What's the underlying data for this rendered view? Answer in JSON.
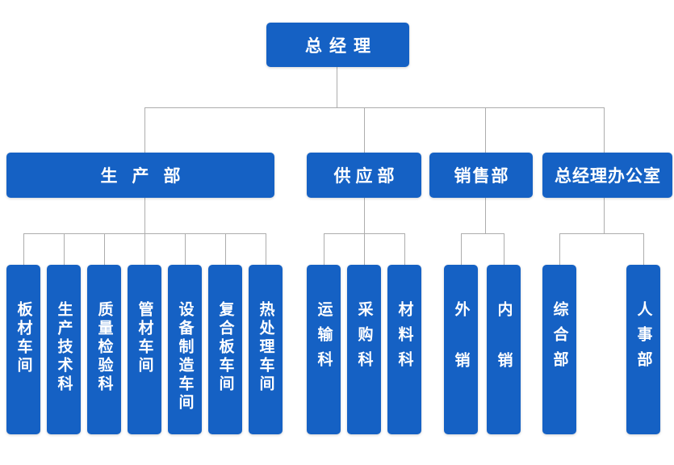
{
  "org": {
    "root": {
      "label": "总经理"
    },
    "departments": [
      {
        "label": "生产部",
        "children": [
          "板材车间",
          "生产技术科",
          "质量检验科",
          "管材车间",
          "设备制造车间",
          "复合板车间",
          "热处理车间"
        ]
      },
      {
        "label": "供应部",
        "children": [
          "运输科",
          "采购科",
          "材料科"
        ]
      },
      {
        "label": "销售部",
        "children": [
          "外销",
          "内销"
        ]
      },
      {
        "label": "总经理办公室",
        "children": [
          "综合部",
          "人事部"
        ]
      }
    ],
    "colors": {
      "box_blue": "#1561c4",
      "text_white": "#ffffff",
      "connector_gray": "#adadad",
      "background": "#ffffff"
    }
  }
}
